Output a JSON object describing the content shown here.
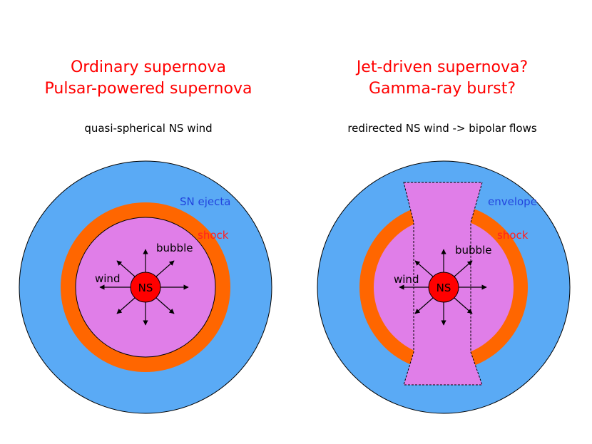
{
  "left_panel": {
    "title_line1": "Ordinary supernova",
    "title_line2": "Pulsar-powered supernova",
    "subtitle": "quasi-spherical NS wind",
    "labels": {
      "ejecta": "SN ejecta",
      "shock": "shock",
      "bubble": "bubble",
      "wind": "wind",
      "core": "NS"
    }
  },
  "right_panel": {
    "title_line1": "Jet-driven supernova?",
    "title_line2": "Gamma-ray burst?",
    "subtitle": "redirected NS wind -> bipolar flows",
    "labels": {
      "envelope": "envelope",
      "shock": "shock",
      "bubble": "bubble",
      "wind": "wind",
      "core": "NS"
    }
  },
  "colors": {
    "title": "#ff0000",
    "ejecta": "#5aaaf5",
    "shock_shell": "#ff6600",
    "bubble": "#e07ee8",
    "core": "#ff0000",
    "label_blue": "#2244dd",
    "label_red": "#ff2020"
  }
}
